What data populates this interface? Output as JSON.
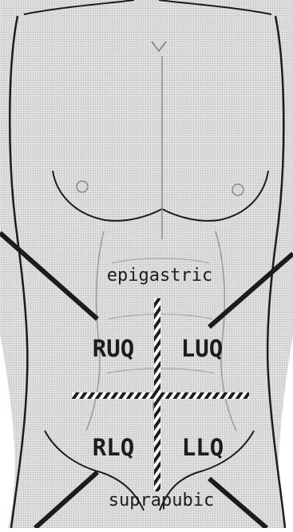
{
  "regions": {
    "epigastric": "epigastric",
    "suprapubic": "suprapubic"
  },
  "quadrants": {
    "ruq": "RUQ",
    "luq": "LUQ",
    "rlq": "RLQ",
    "llq": "LLQ"
  },
  "colors": {
    "skin": "#d8d8d8",
    "outline": "#1c1c1c",
    "muscle_line": "#9a9a9a"
  }
}
